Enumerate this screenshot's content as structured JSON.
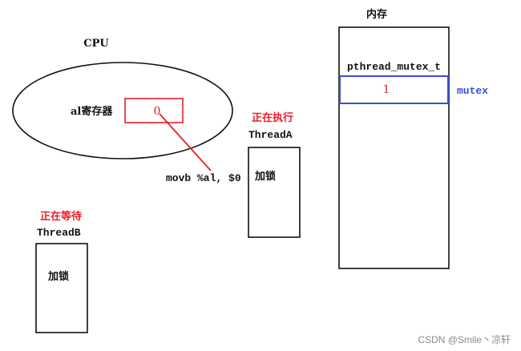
{
  "cpu": {
    "title": "CPU",
    "register_label": "al寄存器",
    "register_value": "0"
  },
  "instruction": "movb %al, $0",
  "thread_a": {
    "status": "正在执行",
    "name": "ThreadA",
    "action": "加锁"
  },
  "thread_b": {
    "status": "正在等待",
    "name": "ThreadB",
    "action": "加锁"
  },
  "memory": {
    "title": "内存",
    "type_label": "pthread_mutex_t",
    "cell_value": "1",
    "variable_label": "mutex"
  },
  "watermark": "CSDN @Smile丶凉轩",
  "colors": {
    "highlight_red": "#e8202a",
    "mutex_blue": "#3a4fd6",
    "ink": "#111111"
  }
}
